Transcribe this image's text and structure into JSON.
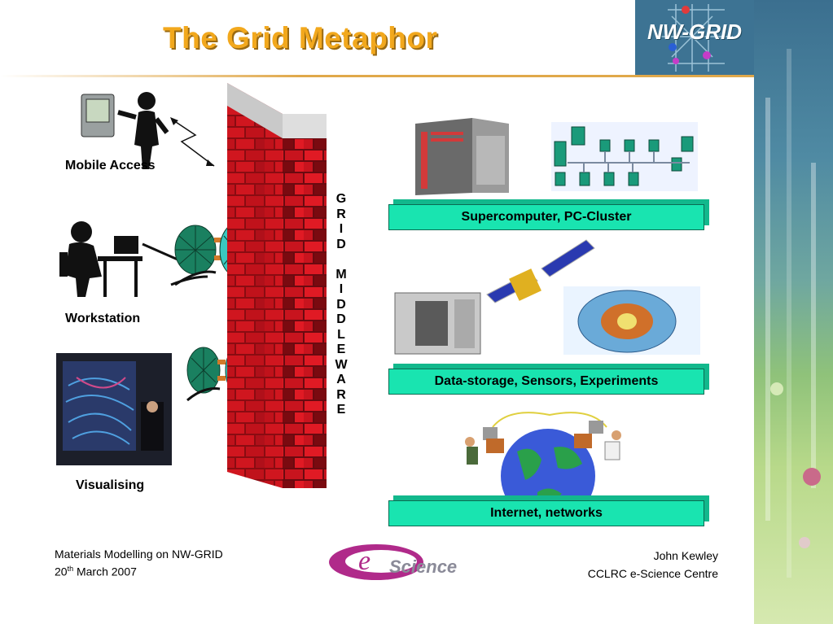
{
  "slide": {
    "title": "The Grid Metaphor",
    "logo_text": "NW-GRID",
    "middleware_text": "GRID MIDDLEWARE",
    "middleware_letters": [
      "G",
      "R",
      "I",
      "D",
      "",
      "M",
      "I",
      "D",
      "D",
      "L",
      "E",
      "W",
      "A",
      "R",
      "E"
    ],
    "left_labels": {
      "mobile": "Mobile Access",
      "workstation": "Workstation",
      "visualising": "Visualising"
    },
    "categories": {
      "compute": "Supercomputer, PC-Cluster",
      "storage": "Data-storage, Sensors, Experiments",
      "network": "Internet, networks"
    },
    "footer": {
      "event": "Materials Modelling on NW-GRID",
      "date_day": "20",
      "date_suffix": "th",
      "date_rest": " March 2007",
      "author": "John Kewley",
      "org": "CCLRC e-Science Centre",
      "escience_logo": "e-Science"
    }
  },
  "colors": {
    "title": "#f2a81d",
    "brick": "#c8141e",
    "category_box": "#19e4b0",
    "logo_bg": "#3d7393"
  }
}
